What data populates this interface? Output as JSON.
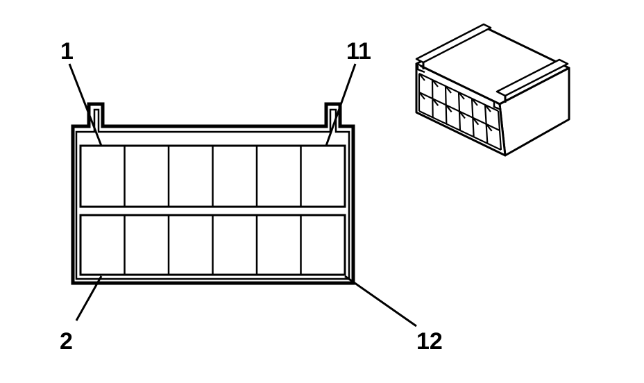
{
  "diagram": {
    "labels": {
      "pin_1": "1",
      "pin_2": "2",
      "pin_11": "11",
      "pin_12": "12"
    },
    "connector": {
      "rows": 2,
      "columns": 6,
      "cavity_count": 12
    },
    "colors": {
      "line": "#000000",
      "background": "#ffffff"
    }
  }
}
